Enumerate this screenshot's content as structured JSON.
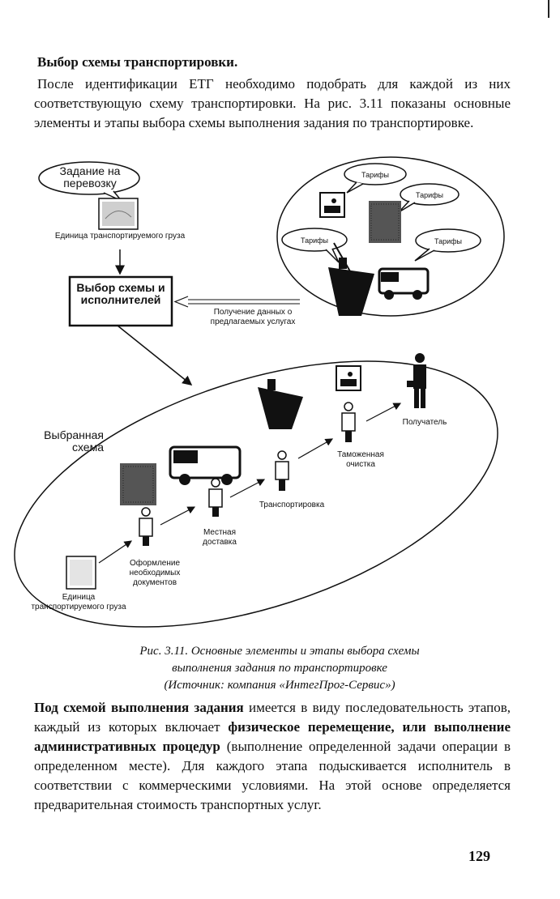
{
  "heading": "Выбор схемы транспортировки.",
  "intro": "После идентификации ЕТГ необходимо подобрать для каждой из них соответствующую схему транспортировки. На рис. 3.11 показаны основные элементы и этапы выбора схемы выполнения задания по транспортировке.",
  "figure": {
    "task_bubble": "Задание на перевозку",
    "cargo_unit_top": "Единица транспортируемого груза",
    "selection_box": "Выбор схемы и исполнителей",
    "offers_label": "Получение данных о предлагаемых услугах",
    "tariff_label": "Тарифы",
    "chosen_scheme": "Выбранная схема",
    "stage_docs": "Оформление необходимых документов",
    "stage_local": "Местная доставка",
    "stage_transport": "Транспортировка",
    "stage_customs": "Таможенная очистка",
    "stage_receiver": "Получатель",
    "cargo_unit_bottom": "Единица транспортируемого груза"
  },
  "caption": {
    "line1": "Рис. 3.11. Основные элементы и этапы выбора схемы",
    "line2": "выполнения задания по транспортировке",
    "line3": "(Источник: компания «ИнтегПрог-Сервис»)"
  },
  "body": {
    "part1": "Под схемой выполнения задания",
    "part2": " имеется в виду последовательность этапов, каждый из которых включает ",
    "part3": "физическое перемещение, или выполнение административных процедур",
    "part4": " (выполнение определенной задачи операции в определенном месте). Для каждого этапа подыскивается исполнитель в соответствии с коммерческими условиями. На этой основе определяется предварительная стоимость транспортных услуг."
  },
  "page_number": "129",
  "colors": {
    "ink": "#111111",
    "paper": "#ffffff"
  }
}
